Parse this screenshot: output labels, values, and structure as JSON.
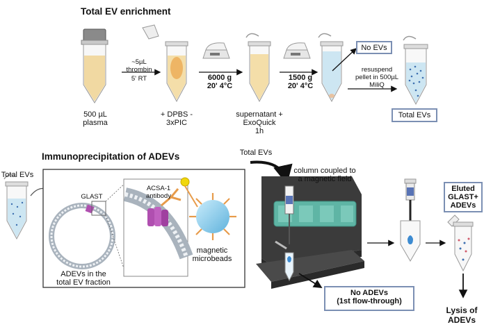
{
  "section1": {
    "title": "Total EV enrichment",
    "plasma_label": [
      "500 µL",
      "plasma"
    ],
    "thrombin_label": [
      "~5µL",
      "thrombin",
      "5' RT"
    ],
    "dpbs_label": [
      "+ DPBS -",
      "3xPIC"
    ],
    "spin1_label": [
      "6000 g",
      "20' 4°C"
    ],
    "exoquick_label": [
      "supernatant +",
      "ExoQuick",
      "1h"
    ],
    "spin2_label": [
      "1500 g",
      "20' 4°C"
    ],
    "no_evs_box": "No EVs",
    "resuspend_label": [
      "resuspend",
      "pellet in 500µL",
      "MiliQ"
    ],
    "total_evs_box": "Total EVs"
  },
  "section2": {
    "title": "Immunoprecipitation of ADEVs",
    "total_evs_left": "Total EVs",
    "glast_label": "GLAST",
    "acsa_label": [
      "ACSA-1",
      "antibody"
    ],
    "beads_label": [
      "magnetic",
      "microbeads"
    ],
    "adevs_label": [
      "ADEVs in the",
      "total EV fraction"
    ],
    "total_evs_top": "Total EVs",
    "column_label": [
      "column coupled to",
      "a magnetic field"
    ],
    "no_adevs_box": [
      "No ADEVs",
      "(1st flow-through)"
    ],
    "eluted_box": [
      "Eluted",
      "GLAST+",
      "ADEVs"
    ],
    "lysis_label": [
      "Lysis of",
      "ADEVs"
    ]
  },
  "colors": {
    "plasma": "#f1d9a2",
    "plasma_dark": "#e7c27b",
    "pellet": "#f0b86a",
    "ev_liquid": "#cde6f2",
    "ev_dots": "#3d6fb0",
    "box_border": "#7b8fb3",
    "glast": "#b04fb0",
    "antibody": "#e79b4a",
    "bead": "#8fd0ee",
    "column_teal": "#5fb5a5",
    "stand": "#3b3b3b"
  }
}
